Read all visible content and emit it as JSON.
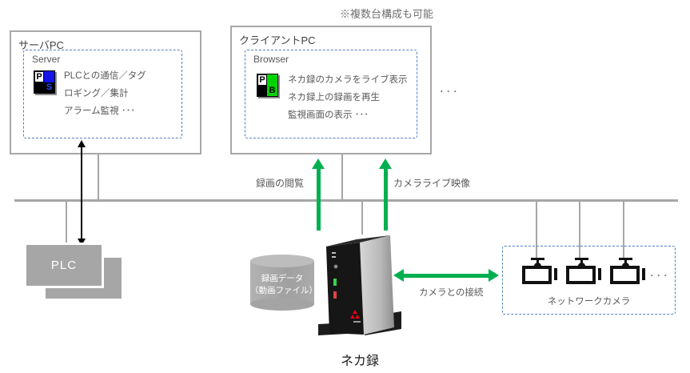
{
  "note_top": "※複数台構成も可能",
  "server_pc": {
    "title": "サーバPC",
    "module": "Server",
    "icon_letters": {
      "p": "P",
      "s": "S"
    },
    "features": [
      "PLCとの通信／タグ",
      "ロギング／集計",
      "アラーム監視 ･･･"
    ]
  },
  "client_pc": {
    "title": "クライアントPC",
    "module": "Browser",
    "icon_letters": {
      "p": "P",
      "b": "B"
    },
    "features": [
      "ネカ録のカメラをライブ表示",
      "ネカ録上の録画を再生",
      "監視画面の表示 ･･･"
    ],
    "more_units": "･･･"
  },
  "connections": {
    "recording_view": "録画の閲覧",
    "camera_live_video": "カメラライブ映像",
    "camera_connection": "カメラとの接続"
  },
  "plc": {
    "label": "PLC"
  },
  "storage": {
    "line1": "録画データ",
    "line2": "（動画ファイル）"
  },
  "recorder": {
    "label": "ネカ録"
  },
  "cameras": {
    "label": "ネットワークカメラ",
    "more": "･･･"
  },
  "colors": {
    "box_border": "#a8a8a8",
    "dashed_border": "#4f81bd",
    "text_gray": "#595959",
    "green_arrow": "#00b050",
    "gray_fill": "#a6a6a6",
    "icon_blue": "#1414e6",
    "icon_green": "#00d400"
  }
}
